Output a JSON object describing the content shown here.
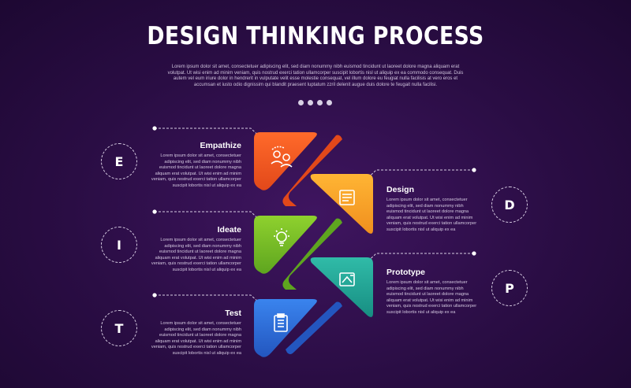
{
  "title": "DESIGN THINKING PROCESS",
  "subtitle": "Lorem ipsum dolor sit amet, consectetuer adipiscing elit, sed diam nonummy nibh euismod tincidunt ut laoreet dolore magna aliquam erat volutpat. Ut wisi enim ad minim veniam, quis nostrud exerci tation ullamcorper suscipit lobortis nisl ut aliquip ex ea commodo consequat. Duis autem vel eum iriure dolor in hendrerit in vulputate velit esse molestie consequat, vel illum dolore eu feugiat nulla facilisis at vero eros et accumsan et iusto odio dignissim qui blandit praesent luptatum zzril delenit augue duis dolore te feugait nulla facilisi.",
  "steps": [
    {
      "letter": "E",
      "title": "Empathize",
      "desc": "Lorem ipsum dolor sit amet, consectetuer adipiscing elit, sed diam nonummy nibh euismod tincidunt ut laoreet dolore magna aliquam erat volutpat. Ut wisi enim ad minim veniam, quis nostrud exerci tation ullamcorper suscipit lobortis nisl ut aliquip ex ea",
      "color": "#ee5a24",
      "icon": "people-cycle-icon"
    },
    {
      "letter": "D",
      "title": "Design",
      "desc": "Lorem ipsum dolor sit amet, consectetuer adipiscing elit, sed diam nonummy nibh euismod tincidunt ut laoreet dolore magna aliquam erat volutpat. Ut wisi enim ad minim veniam, quis nostrud exerci tation ullamcorper suscipit lobortis nisl ut aliquip ex ea",
      "color": "#f7a32a",
      "icon": "blueprint-icon"
    },
    {
      "letter": "I",
      "title": "Ideate",
      "desc": "Lorem ipsum dolor sit amet, consectetuer adipiscing elit, sed diam nonummy nibh euismod tincidunt ut laoreet dolore magna aliquam erat volutpat. Ut wisi enim ad minim veniam, quis nostrud exerci tation ullamcorper suscipit lobortis nisl ut aliquip ex ea",
      "color": "#7dc02a",
      "icon": "lightbulb-icon"
    },
    {
      "letter": "P",
      "title": "Prototype",
      "desc": "Lorem ipsum dolor sit amet, consectetuer adipiscing elit, sed diam nonummy nibh euismod tincidunt ut laoreet dolore magna aliquam erat volutpat. Ut wisi enim ad minim veniam, quis nostrud exerci tation ullamcorper suscipit lobortis nisl ut aliquip ex ea",
      "color": "#22a89a",
      "icon": "prototype-drawing-icon"
    },
    {
      "letter": "T",
      "title": "Test",
      "desc": "Lorem ipsum dolor sit amet, consectetuer adipiscing elit, sed diam nonummy nibh euismod tincidunt ut laoreet dolore magna aliquam erat volutpat. Ut wisi enim ad minim veniam, quis nostrud exerci tation ullamcorper suscipit lobortis nisl ut aliquip ex ea",
      "color": "#2f6fd6",
      "icon": "checklist-icon"
    }
  ]
}
